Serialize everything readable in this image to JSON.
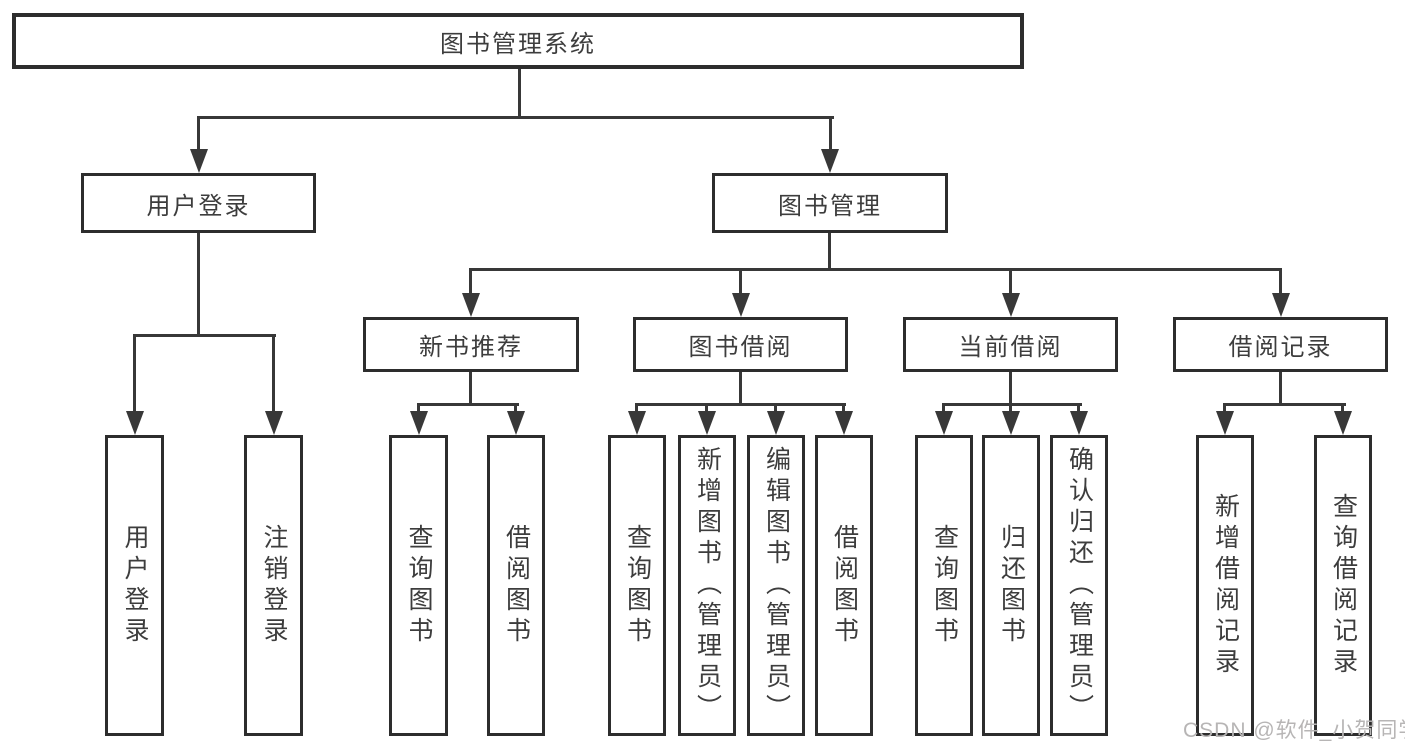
{
  "colors": {
    "background": "#ffffff",
    "box_border": "#2d2d2d",
    "connector_line": "#383838",
    "text": "#3d3d3d",
    "watermark_text": "#b7b5b5"
  },
  "watermark": {
    "text": "CSDN @软件_小贺同学"
  },
  "tree": {
    "label": "图书管理系统",
    "children": [
      {
        "label": "用户登录",
        "children": [
          {
            "label": "用户登录"
          },
          {
            "label": "注销登录"
          }
        ]
      },
      {
        "label": "图书管理",
        "children": [
          {
            "label": "新书推荐",
            "children": [
              {
                "label": "查询图书"
              },
              {
                "label": "借阅图书"
              }
            ]
          },
          {
            "label": "图书借阅",
            "children": [
              {
                "label": "查询图书"
              },
              {
                "label": "新增图书（管理员）"
              },
              {
                "label": "编辑图书（管理员）"
              },
              {
                "label": "借阅图书"
              }
            ]
          },
          {
            "label": "当前借阅",
            "children": [
              {
                "label": "查询图书"
              },
              {
                "label": "归还图书"
              },
              {
                "label": "确认归还（管理员）"
              }
            ]
          },
          {
            "label": "借阅记录",
            "children": [
              {
                "label": "新增借阅记录"
              },
              {
                "label": "查询借阅记录"
              }
            ]
          }
        ]
      }
    ]
  }
}
